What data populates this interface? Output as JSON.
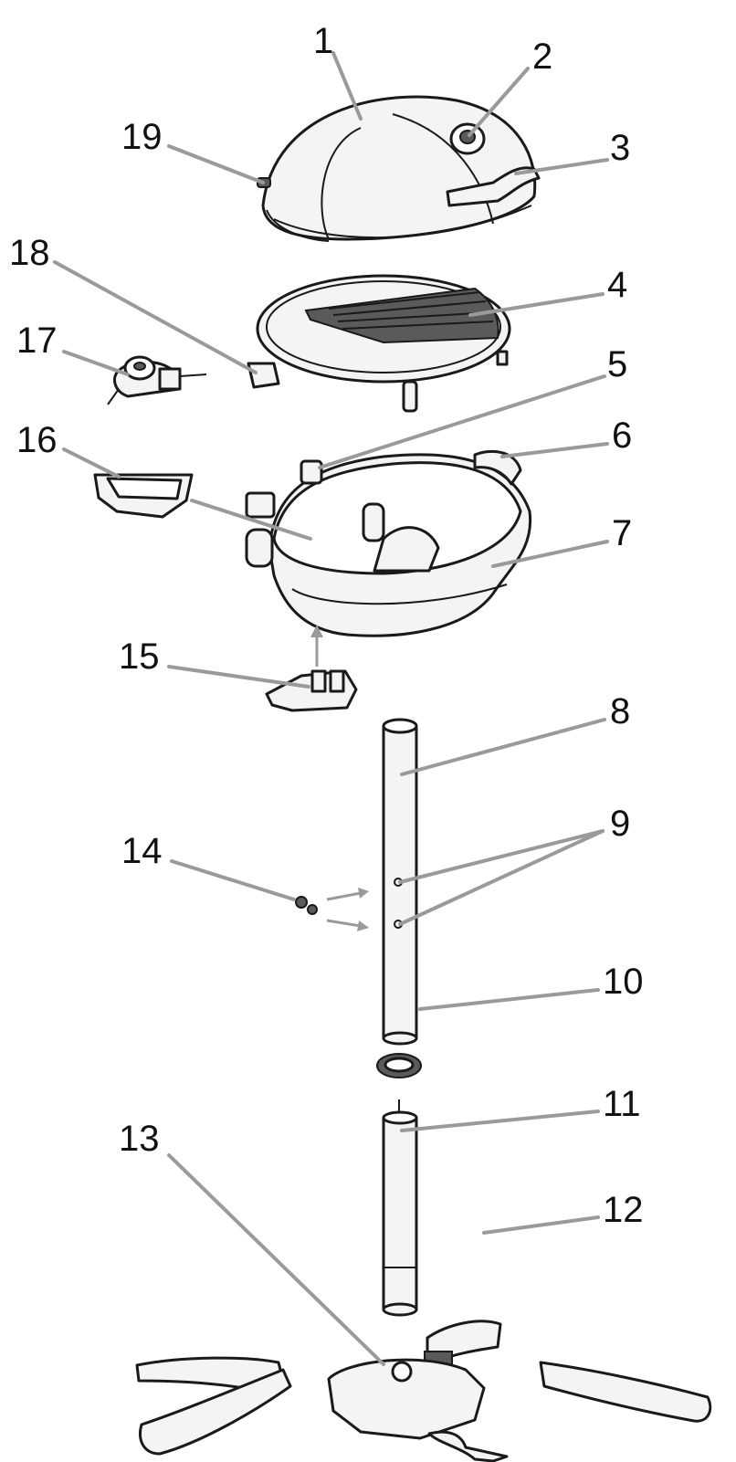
{
  "callouts": [
    {
      "id": "1",
      "label": "1"
    },
    {
      "id": "2",
      "label": "2"
    },
    {
      "id": "3",
      "label": "3"
    },
    {
      "id": "4",
      "label": "4"
    },
    {
      "id": "5",
      "label": "5"
    },
    {
      "id": "6",
      "label": "6"
    },
    {
      "id": "7",
      "label": "7"
    },
    {
      "id": "8",
      "label": "8"
    },
    {
      "id": "9",
      "label": "9"
    },
    {
      "id": "10",
      "label": "10"
    },
    {
      "id": "11",
      "label": "11"
    },
    {
      "id": "12",
      "label": "12"
    },
    {
      "id": "13",
      "label": "13"
    },
    {
      "id": "14",
      "label": "14"
    },
    {
      "id": "15",
      "label": "15"
    },
    {
      "id": "16",
      "label": "16"
    },
    {
      "id": "17",
      "label": "17"
    },
    {
      "id": "18",
      "label": "18"
    },
    {
      "id": "19",
      "label": "19"
    }
  ],
  "colors": {
    "line": "#1a1a1a",
    "leader": "#9a9a9a",
    "background": "#ffffff"
  }
}
